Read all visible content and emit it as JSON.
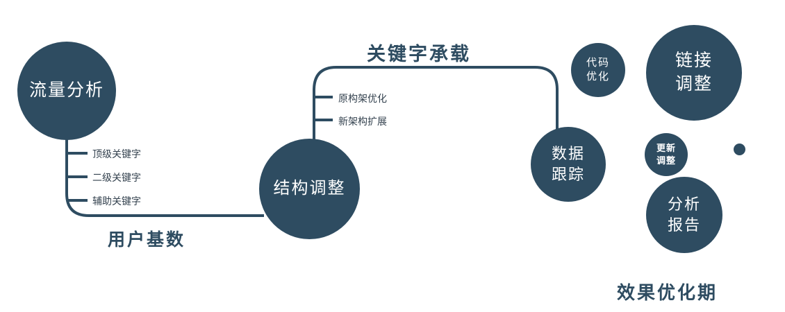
{
  "colors": {
    "primary": "#2e4c61",
    "text-dark": "#33414e",
    "white": "#ffffff"
  },
  "nodes": {
    "traffic": {
      "label": "流量分析"
    },
    "structure": {
      "label": "结构调整"
    },
    "data_tracking": {
      "line1": "数据",
      "line2": "跟踪"
    },
    "code_opt": {
      "line1": "代码",
      "line2": "优化"
    },
    "link_adjust": {
      "line1": "链接",
      "line2": "调整"
    },
    "update_adjust": {
      "line1": "更新",
      "line2": "调整"
    },
    "analysis_report": {
      "line1": "分析",
      "line2": "报告"
    }
  },
  "branches": {
    "traffic": [
      "顶级关键字",
      "二级关键字",
      "辅助关键字"
    ],
    "structure": [
      "原构架优化",
      "新架构扩展"
    ]
  },
  "edges": {
    "user_base": "用户基数",
    "keyword_bearing": "关键字承载"
  },
  "footer": "效果优化期"
}
